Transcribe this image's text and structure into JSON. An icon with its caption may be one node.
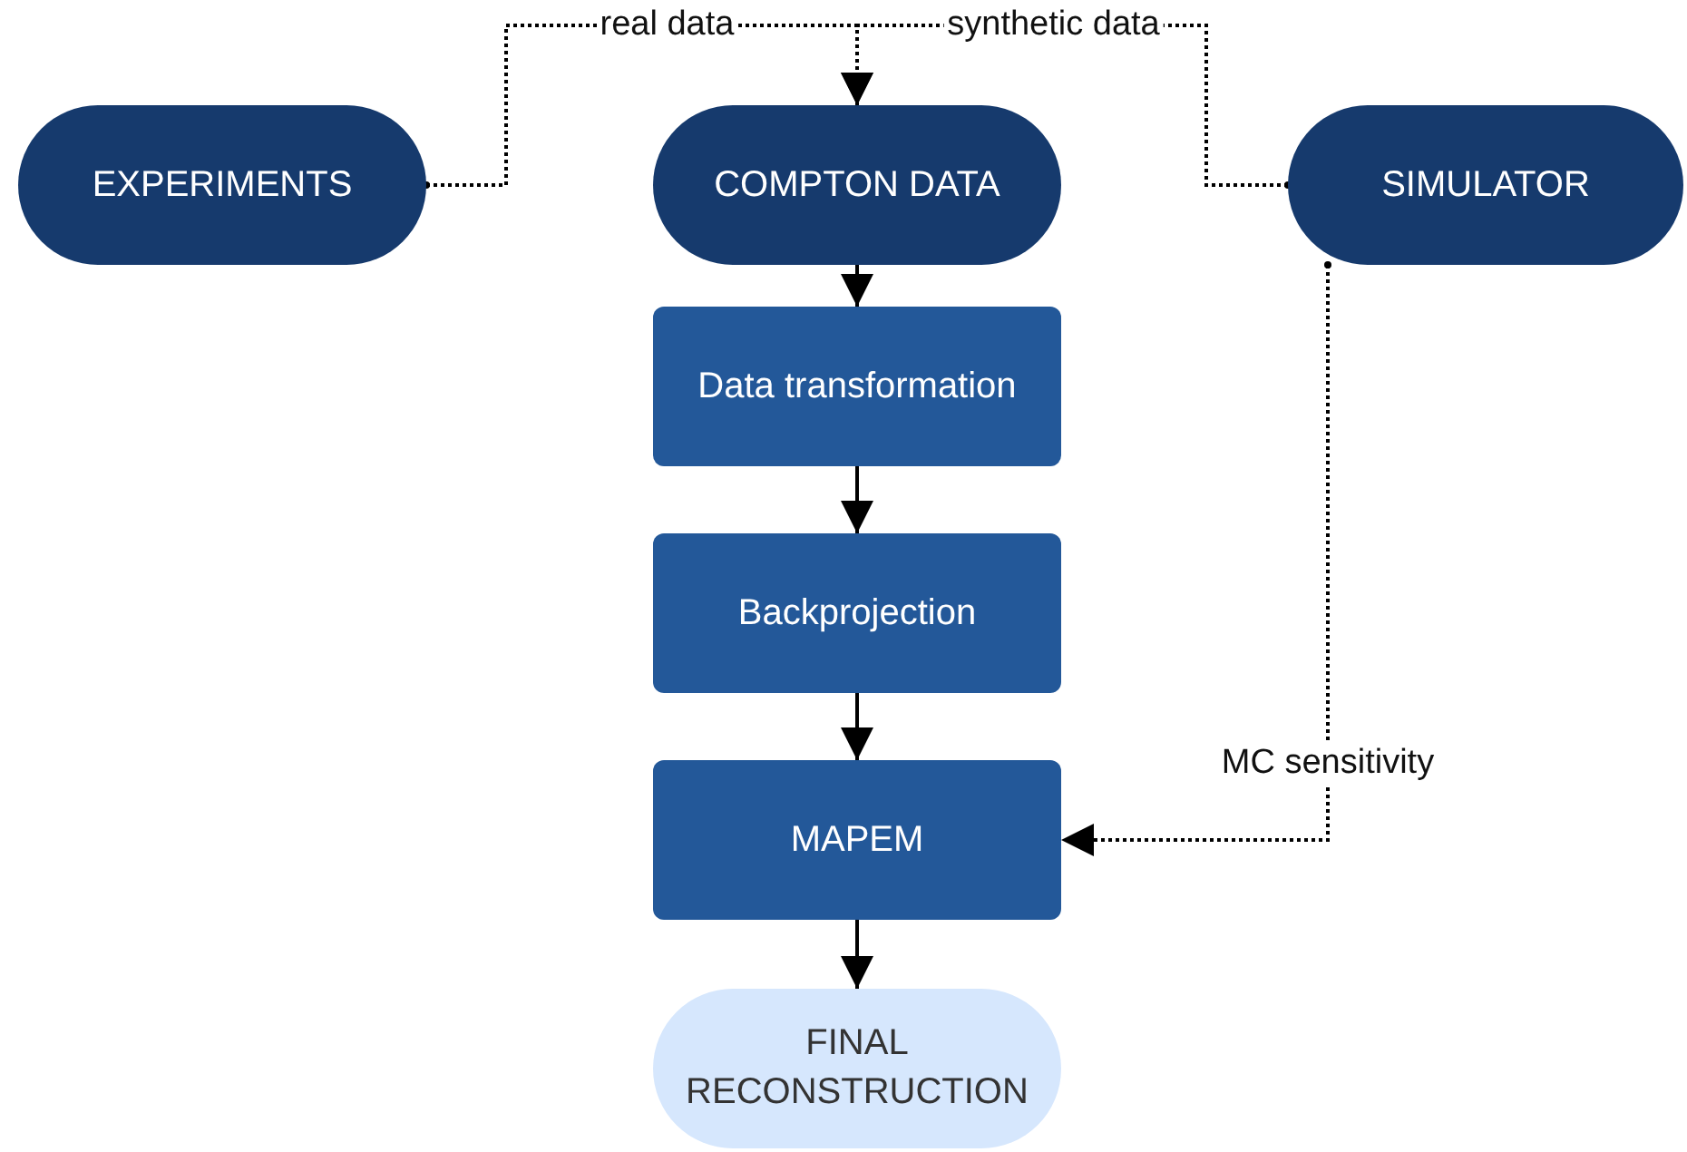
{
  "diagram": {
    "nodes": [
      {
        "text": [
          "EXPERIMENTS"
        ]
      },
      {
        "text": [
          "COMPTON DATA"
        ]
      },
      {
        "text": [
          "SIMULATOR"
        ]
      },
      {
        "text": [
          "Data transformation"
        ]
      },
      {
        "text": [
          "Backprojection"
        ]
      },
      {
        "text": [
          "MAPEM"
        ]
      },
      {
        "text": [
          "FINAL RECONSTRUCTION"
        ]
      }
    ],
    "edges": [
      {
        "from": 0,
        "to": 1,
        "arrow": "to",
        "label": "real data",
        "style": "dashed"
      },
      {
        "from": 2,
        "to": 1,
        "arrow": "to",
        "label": "synthetic data",
        "style": "dashed"
      },
      {
        "from": 1,
        "to": 3,
        "arrow": "to"
      },
      {
        "from": 3,
        "to": 4,
        "arrow": "to"
      },
      {
        "from": 4,
        "to": 5,
        "arrow": "to"
      },
      {
        "from": 5,
        "to": 6,
        "arrow": "to"
      },
      {
        "from": 2,
        "to": 5,
        "arrow": "to",
        "label": "MC sensitivity",
        "style": "dashed"
      }
    ]
  }
}
